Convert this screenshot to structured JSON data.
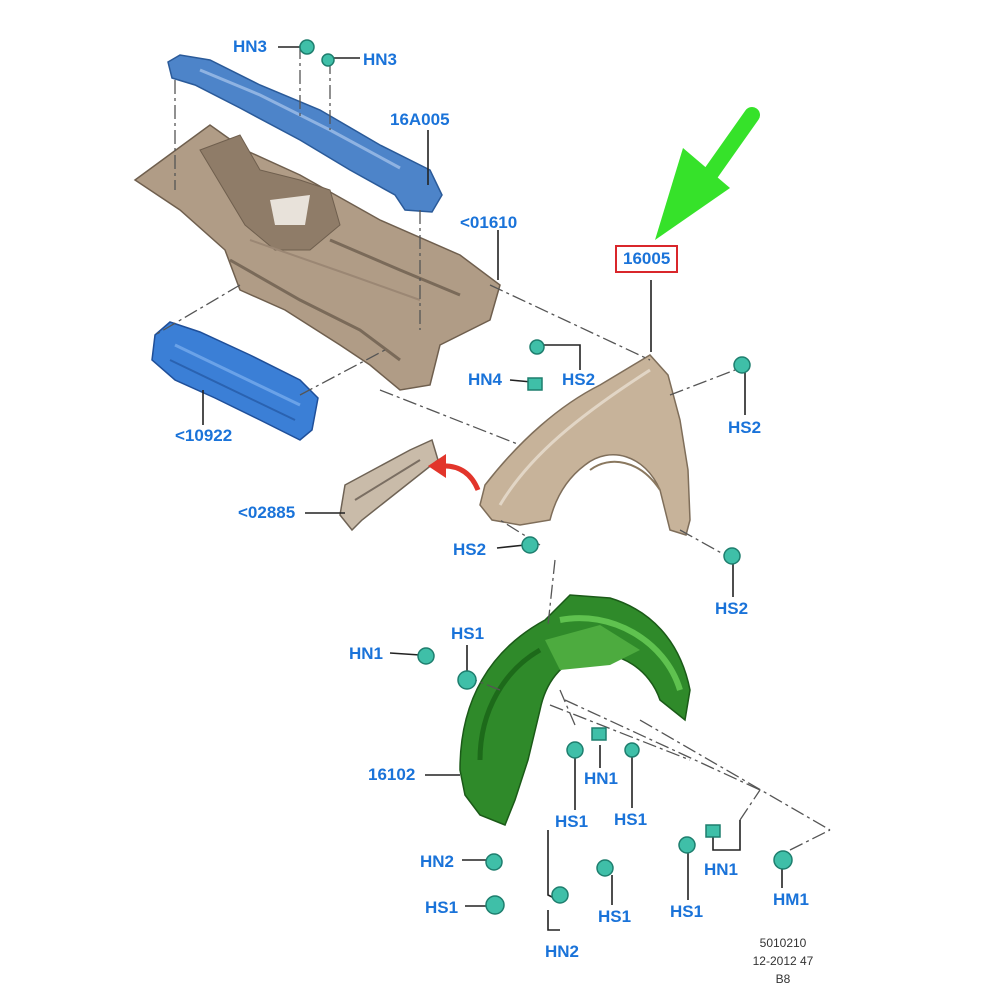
{
  "labels": {
    "hn3_a": "HN3",
    "hn3_b": "HN3",
    "p16a005": "16A005",
    "p01610": "<01610",
    "p16005": "16005",
    "p10922": "<10922",
    "hn4": "HN4",
    "hs2_a": "HS2",
    "hs2_b": "HS2",
    "p02885": "<02885",
    "hs2_c": "HS2",
    "hs2_d": "HS2",
    "hn1_a": "HN1",
    "hs1_a": "HS1",
    "p16102": "16102",
    "hn1_b": "HN1",
    "hs1_b": "HS1",
    "hs1_c": "HS1",
    "hn2_a": "HN2",
    "hs1_d": "HS1",
    "hs1_e": "HS1",
    "hn2_b": "HN2",
    "hn1_c": "HN1",
    "hs1_f": "HS1",
    "hm1": "HM1"
  },
  "footnote": {
    "line1": "5010210",
    "line2": "12-2012 47",
    "line3": "B8"
  },
  "colors": {
    "label": "#1a73d9",
    "highlight_box": "#d9262b",
    "pointer_arrow": "#36e22a",
    "fender": "#c7b39a",
    "liner": "#2f8a2a",
    "blue_part": "#3b7fd6",
    "dash_panel": "#a89480",
    "clip": "#3fbfa8"
  },
  "icons": {
    "pointer": "green-arrow-icon",
    "motion": "red-curved-arrow-icon"
  }
}
